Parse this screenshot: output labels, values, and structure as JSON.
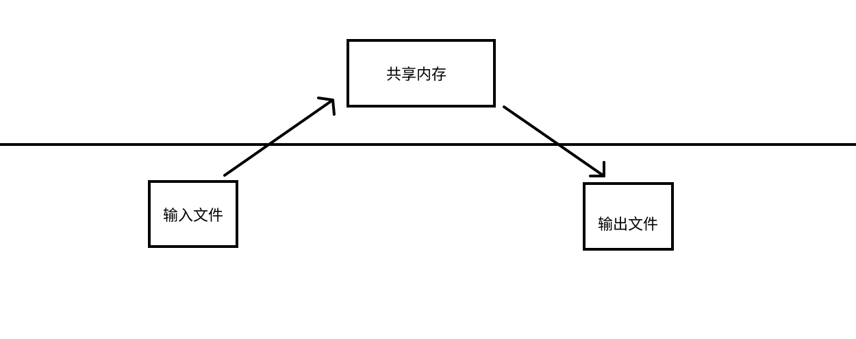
{
  "diagram": {
    "nodes": {
      "shared_memory": "共享内存",
      "input_file": "输入文件",
      "output_file": "输出文件"
    },
    "edges": [
      {
        "from": "input_file",
        "to": "shared_memory"
      },
      {
        "from": "shared_memory",
        "to": "output_file"
      }
    ],
    "colors": {
      "stroke": "#000000",
      "background": "#ffffff"
    }
  }
}
